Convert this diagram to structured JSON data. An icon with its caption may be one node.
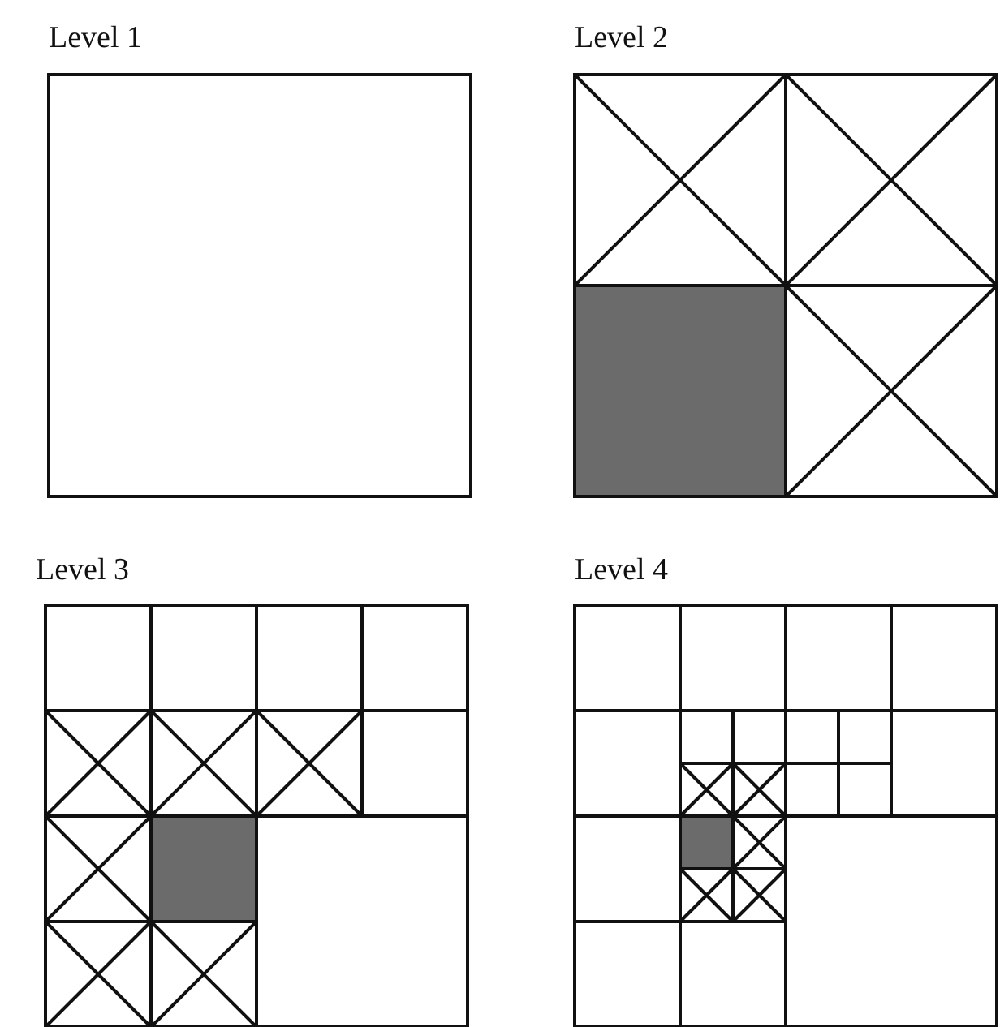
{
  "diagram": {
    "labels": [
      "Level 1",
      "Level 2",
      "Level 3",
      "Level 4"
    ]
  }
}
